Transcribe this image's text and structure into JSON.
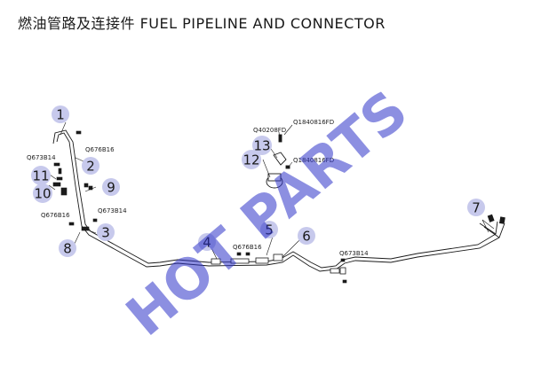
{
  "title": "燃油管路及连接件 FUEL PIPELINE AND CONNECTOR",
  "watermark": "HOT PARTS",
  "callouts": {
    "c1": "1",
    "c2": "2",
    "c3": "3",
    "c4": "4",
    "c5": "5",
    "c6": "6",
    "c7": "7",
    "c8": "8",
    "c9": "9",
    "c10": "10",
    "c11": "11",
    "c12": "12",
    "c13": "13"
  },
  "part_labels": {
    "q676b16_top": "Q676B16",
    "q673b14_left": "Q673B14",
    "q676b16_left": "Q676B16",
    "q673b14_mid": "Q673B14",
    "q676b16_center": "Q676B16",
    "q673b14_right": "Q673B14",
    "q40208fd": "Q40208FD",
    "q1840816fd_top": "Q1840816FD",
    "q1840816fd_bottom": "Q1840816FD"
  },
  "colors": {
    "line": "#1a1a1a",
    "callout_fill": "#c7c9ec",
    "watermark": "#2e33c8"
  }
}
